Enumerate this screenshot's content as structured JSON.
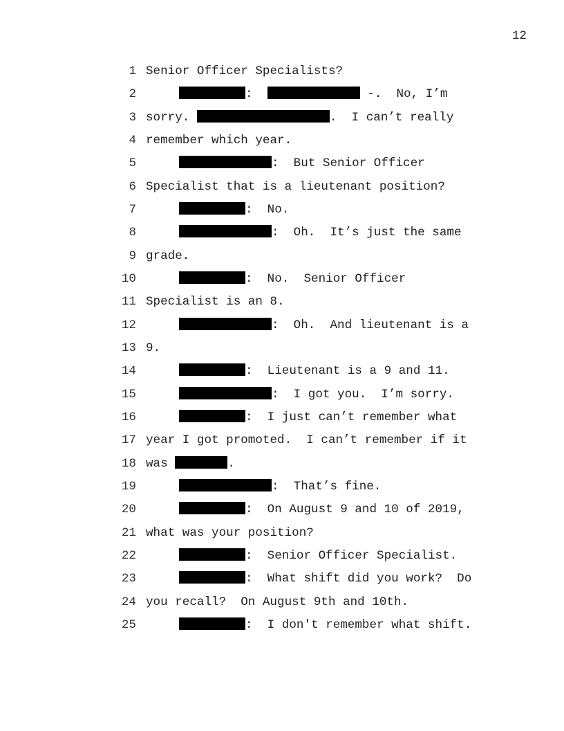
{
  "page_number": "12",
  "lines": [
    {
      "n": "1",
      "segs": [
        {
          "t": "Senior Officer Specialists?"
        }
      ]
    },
    {
      "n": "2",
      "segs": [
        {
          "r": "short",
          "indent": true
        },
        {
          "t": ":  "
        },
        {
          "r": "mid"
        },
        {
          "t": " -.  No, I’m"
        }
      ]
    },
    {
      "n": "3",
      "segs": [
        {
          "t": "sorry. "
        },
        {
          "r": "wide"
        },
        {
          "t": ".  I can’t really"
        }
      ]
    },
    {
      "n": "4",
      "segs": [
        {
          "t": "remember which year."
        }
      ]
    },
    {
      "n": "5",
      "segs": [
        {
          "r": "long",
          "indent": true
        },
        {
          "t": ":  But Senior Officer"
        }
      ]
    },
    {
      "n": "6",
      "segs": [
        {
          "t": "Specialist that is a lieutenant position?"
        }
      ]
    },
    {
      "n": "7",
      "segs": [
        {
          "r": "short",
          "indent": true
        },
        {
          "t": ":  No."
        }
      ]
    },
    {
      "n": "8",
      "segs": [
        {
          "r": "long",
          "indent": true
        },
        {
          "t": ":  Oh.  It’s just the same"
        }
      ]
    },
    {
      "n": "9",
      "segs": [
        {
          "t": "grade."
        }
      ]
    },
    {
      "n": "10",
      "segs": [
        {
          "r": "short",
          "indent": true
        },
        {
          "t": ":  No.  Senior Officer"
        }
      ]
    },
    {
      "n": "11",
      "segs": [
        {
          "t": "Specialist is an 8."
        }
      ]
    },
    {
      "n": "12",
      "segs": [
        {
          "r": "long",
          "indent": true
        },
        {
          "t": ":  Oh.  And lieutenant is a"
        }
      ]
    },
    {
      "n": "13",
      "segs": [
        {
          "t": "9."
        }
      ]
    },
    {
      "n": "14",
      "segs": [
        {
          "r": "short",
          "indent": true
        },
        {
          "t": ":  Lieutenant is a 9 and 11."
        }
      ]
    },
    {
      "n": "15",
      "segs": [
        {
          "r": "long",
          "indent": true
        },
        {
          "t": ":  I got you.  I’m sorry."
        }
      ]
    },
    {
      "n": "16",
      "segs": [
        {
          "r": "short",
          "indent": true
        },
        {
          "t": ":  I just can’t remember what"
        }
      ]
    },
    {
      "n": "17",
      "segs": [
        {
          "t": "year I got promoted.  I can’t remember if it"
        }
      ]
    },
    {
      "n": "18",
      "segs": [
        {
          "t": "was "
        },
        {
          "r": "small"
        },
        {
          "t": "."
        }
      ]
    },
    {
      "n": "19",
      "segs": [
        {
          "r": "long",
          "indent": true
        },
        {
          "t": ":  That’s fine."
        }
      ]
    },
    {
      "n": "20",
      "segs": [
        {
          "r": "short",
          "indent": true
        },
        {
          "t": ":  On August 9 and 10 of 2019,"
        }
      ]
    },
    {
      "n": "21",
      "segs": [
        {
          "t": "what was your position?"
        }
      ]
    },
    {
      "n": "22",
      "segs": [
        {
          "r": "short",
          "indent": true
        },
        {
          "t": ":  Senior Officer Specialist."
        }
      ]
    },
    {
      "n": "23",
      "segs": [
        {
          "r": "short",
          "indent": true
        },
        {
          "t": ":  What shift did you work?  Do"
        }
      ]
    },
    {
      "n": "24",
      "segs": [
        {
          "t": "you recall?  On August 9th and 10th."
        }
      ]
    },
    {
      "n": "25",
      "segs": [
        {
          "r": "short",
          "indent": true
        },
        {
          "t": ":  I don't remember what shift."
        }
      ]
    }
  ]
}
